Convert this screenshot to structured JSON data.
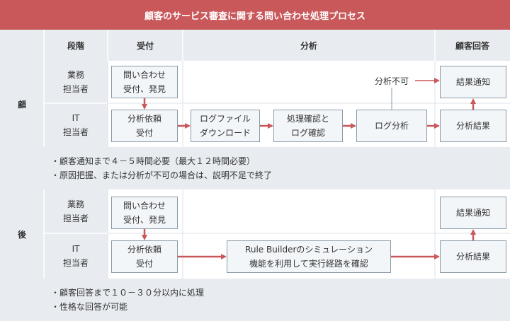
{
  "title": "顧客のサービス審査に関する問い合わせ処理プロセス",
  "headers": {
    "stage": "段階",
    "reception": "受付",
    "analysis": "分析",
    "response": "顧客回答"
  },
  "before": {
    "label": "顧",
    "role_business": [
      "業務",
      "担当者"
    ],
    "role_it": [
      "IT",
      "担当者"
    ],
    "inquiry": [
      "問い合わせ",
      "受付、発見"
    ],
    "analysis_request": [
      "分析依頼",
      "受付"
    ],
    "log_file_download": [
      "ログファイル",
      "ダウンロード"
    ],
    "process_check": [
      "処理確認と",
      "ログ確認"
    ],
    "log_analysis": "ログ分析",
    "analysis_impossible": "分析不可",
    "result_notice": "結果通知",
    "analysis_result": "分析結果",
    "notes": [
      "・顧客通知まで４－５時間必要（最大１２時間必要）",
      "・原因把握、または分析が不可の場合は、説明不足で終了"
    ]
  },
  "after": {
    "label": "後",
    "role_business": [
      "業務",
      "担当者"
    ],
    "role_it": [
      "IT",
      "担当者"
    ],
    "inquiry": [
      "問い合わせ",
      "受付、発見"
    ],
    "analysis_request": [
      "分析依頼",
      "受付"
    ],
    "simulation": [
      "Rule Builderのシミュレーション",
      "機能を利用して実行経路を確認"
    ],
    "result_notice": "結果通知",
    "analysis_result": "分析結果",
    "notes": [
      "・顧客回答まで１０－３０分以内に処理",
      "・性格な回答が可能"
    ]
  },
  "colors": {
    "title_bg": "#c9585b",
    "arrow": "#c9585b",
    "gray_bg": "#e8ecf0",
    "box_border": "#8a9aa8",
    "box_fill": "#f3f6f9"
  }
}
